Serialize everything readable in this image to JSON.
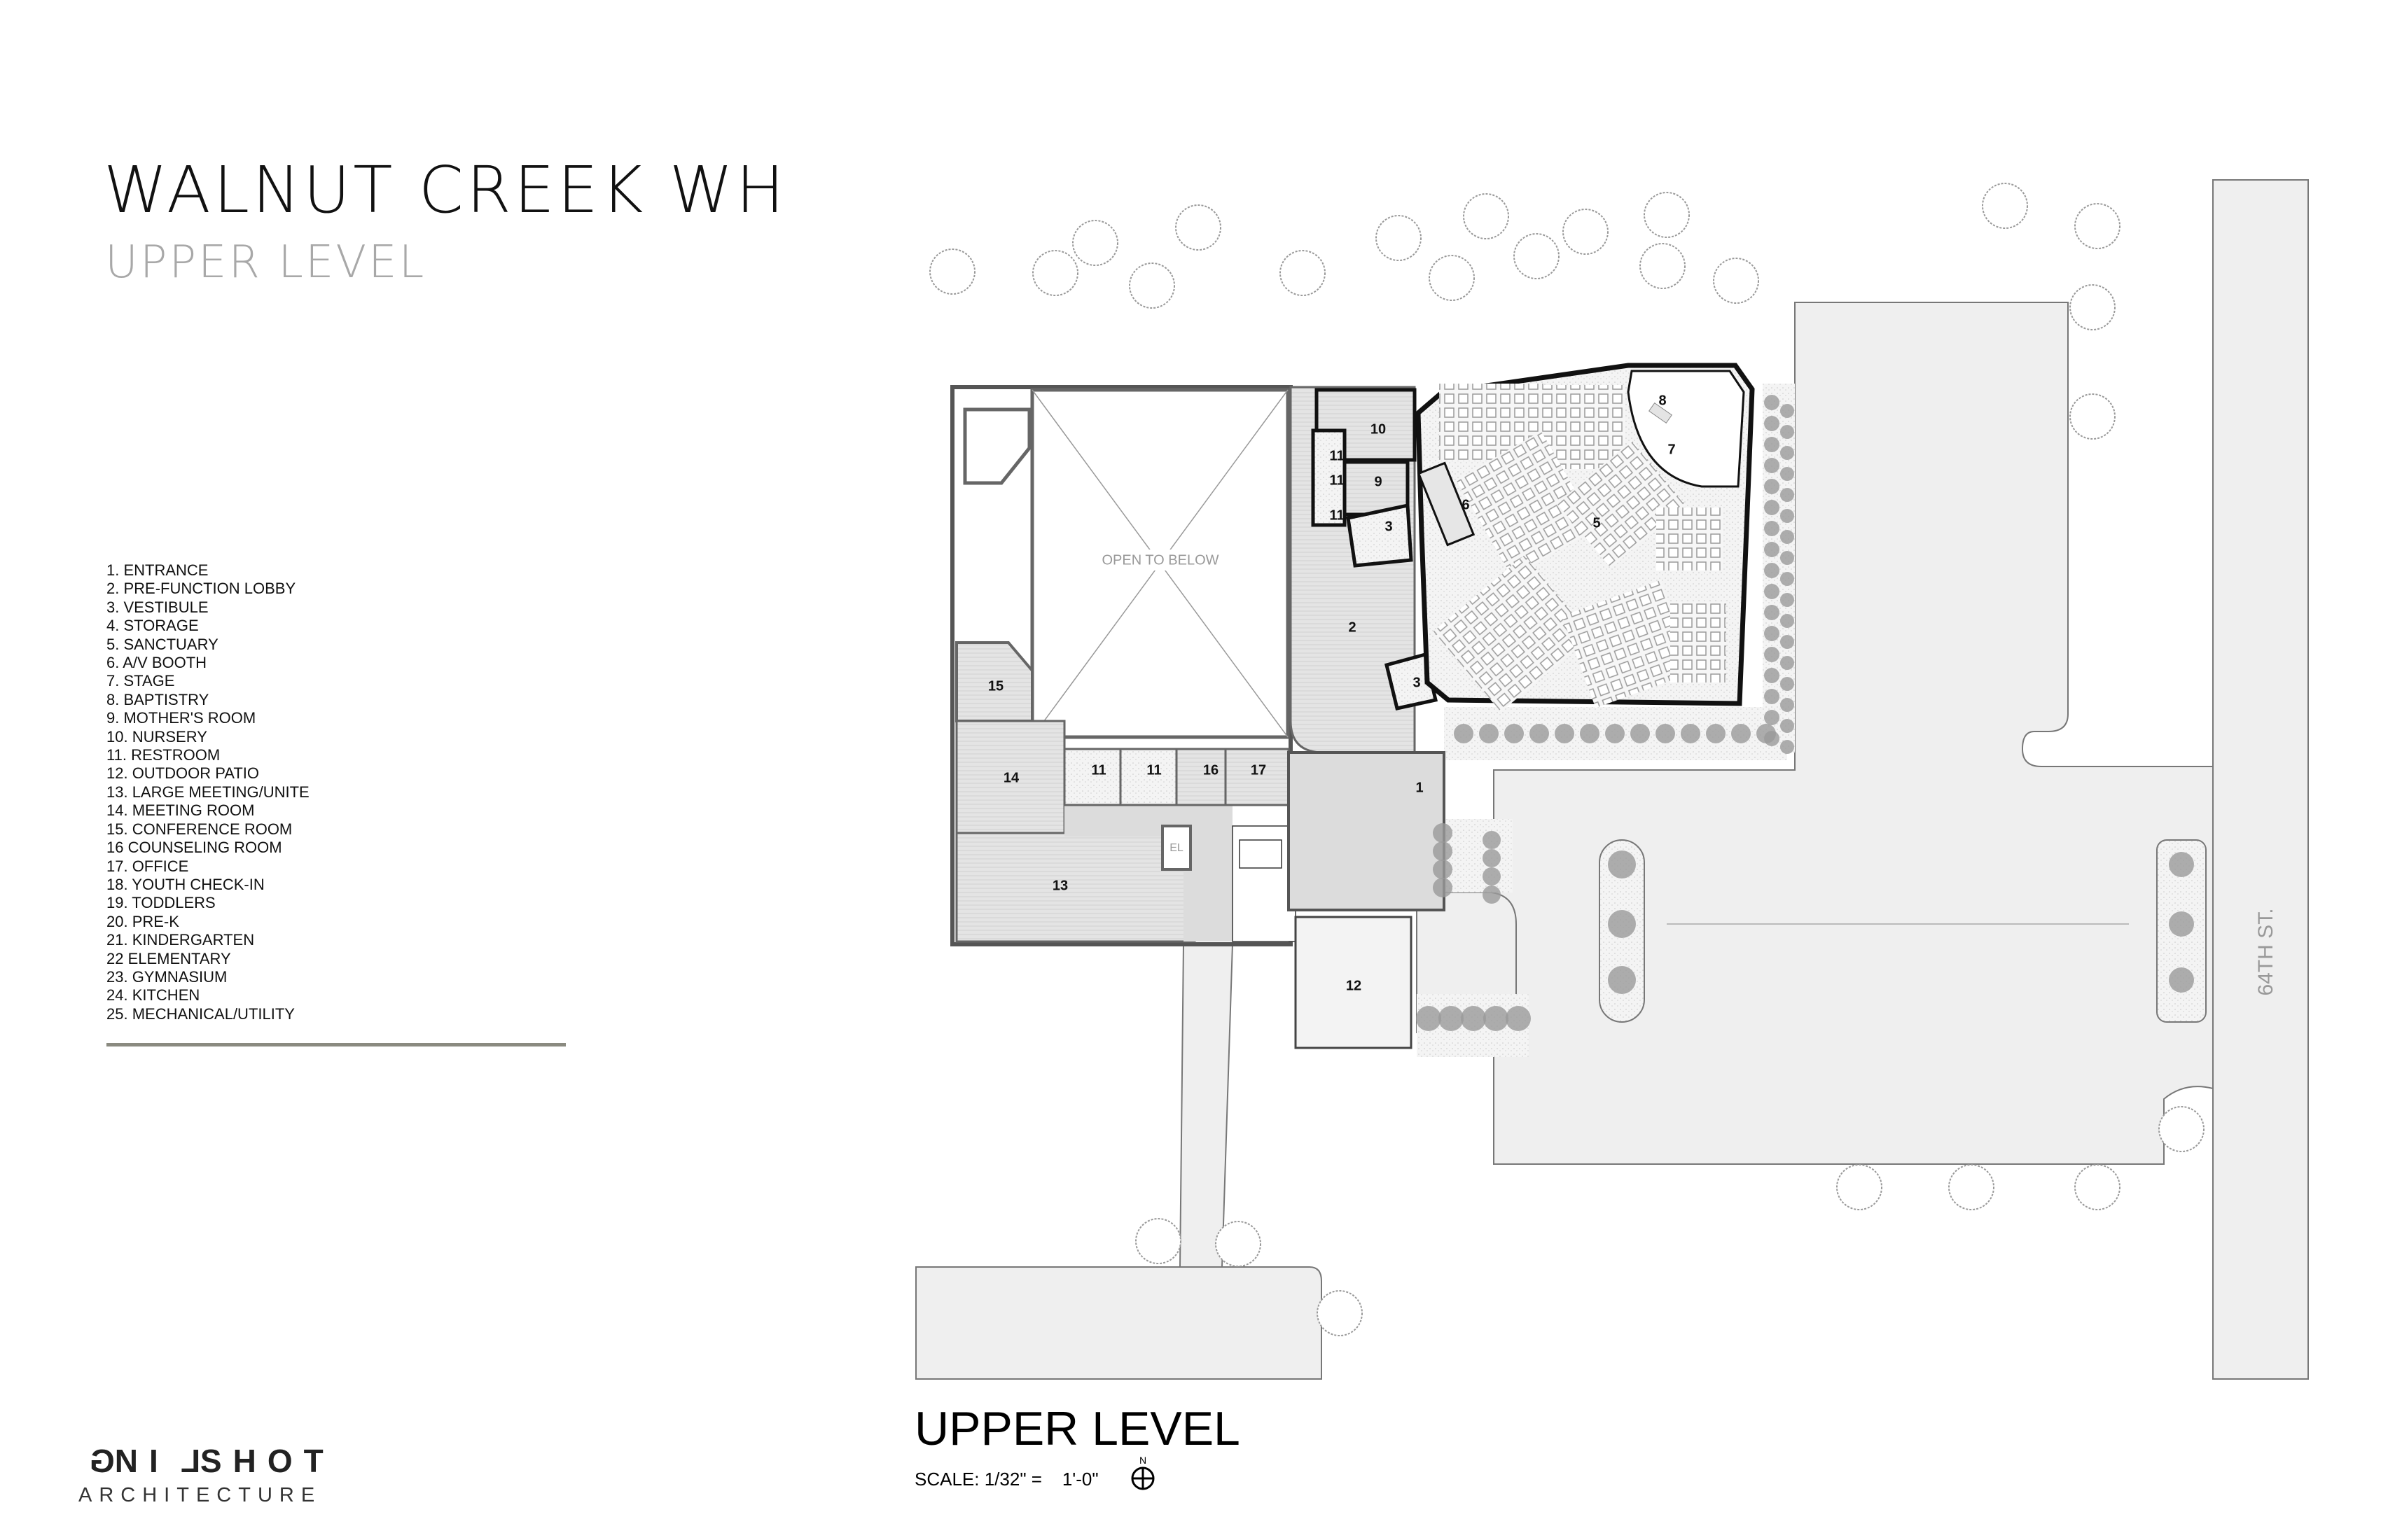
{
  "header": {
    "title": "WALNUT CREEK WH",
    "subtitle": "UPPER LEVEL"
  },
  "legend": [
    "1. ENTRANCE",
    "2. PRE-FUNCTION LOBBY",
    "3. VESTIBULE",
    "4. STORAGE",
    "5. SANCTUARY",
    "6. A/V BOOTH",
    "7. STAGE",
    "8. BAPTISTRY",
    "9. MOTHER'S ROOM",
    "10. NURSERY",
    "11. RESTROOM",
    "12. OUTDOOR PATIO",
    "13. LARGE MEETING/UNITE",
    "14. MEETING ROOM",
    "15. CONFERENCE ROOM",
    "16 COUNSELING ROOM",
    "17. OFFICE",
    "18. YOUTH CHECK-IN",
    "19. TODDLERS",
    "20. PRE-K",
    "21. KINDERGARTEN",
    "22 ELEMENTARY",
    "23. GYMNASIUM",
    "24. KITCHEN",
    "25. MECHANICAL/UTILITY"
  ],
  "plan": {
    "room_labels": [
      "10",
      "11",
      "11",
      "11",
      "9",
      "3",
      "2",
      "3",
      "6",
      "5",
      "7",
      "8",
      "15",
      "14",
      "11",
      "11",
      "16",
      "17",
      "1",
      "13",
      "12"
    ],
    "open_to_below": "OPEN TO BELOW",
    "elevator": "EL",
    "street": "64TH ST."
  },
  "footer": {
    "plan_title": "UPPER LEVEL",
    "scale": "SCALE: 1/32\" =    1'-0\"",
    "north": "N"
  },
  "logo": {
    "main": "GNILSHOT",
    "sub": "ARCHITECTURE"
  },
  "colors": {
    "wall": "#111111",
    "floor": "#dcdcdc",
    "site": "#efefef",
    "tree": "#8f8f8f",
    "divider": "#8a8a80"
  }
}
